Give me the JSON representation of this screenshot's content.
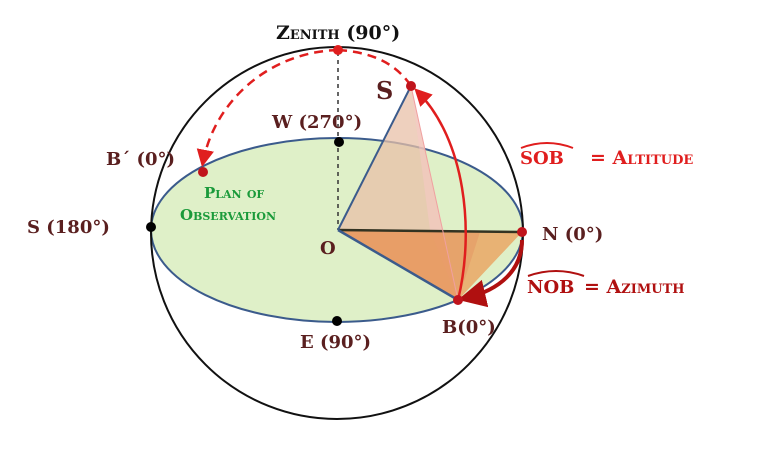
{
  "diagram": {
    "labels": {
      "zenith": "Zenith (90°)",
      "star": "S",
      "west": "W (270°)",
      "b_prime": "B´ (0°)",
      "plane_line1": "Plan of",
      "plane_line2": "Observation",
      "south": "S (180°)",
      "origin": "O",
      "north": "N (0°)",
      "east": "E (90°)",
      "b": "B(0°)"
    },
    "legend": {
      "altitude_angle": "SOB",
      "altitude_text": "= Altitude",
      "azimuth_angle": "NOB",
      "azimuth_text": "= Azimuth"
    },
    "colors": {
      "sphere": "#111111",
      "horizon_fill": "#dff0c8",
      "horizon_stroke": "#3b5b8c",
      "triangle_altitude": "#e8c0a8",
      "triangle_azimuth": "#e8955a",
      "arc": "#e01e1e",
      "azimuth_arc": "#b01010",
      "point": "#c0141c",
      "label_dark": "#5a1f1f"
    }
  }
}
